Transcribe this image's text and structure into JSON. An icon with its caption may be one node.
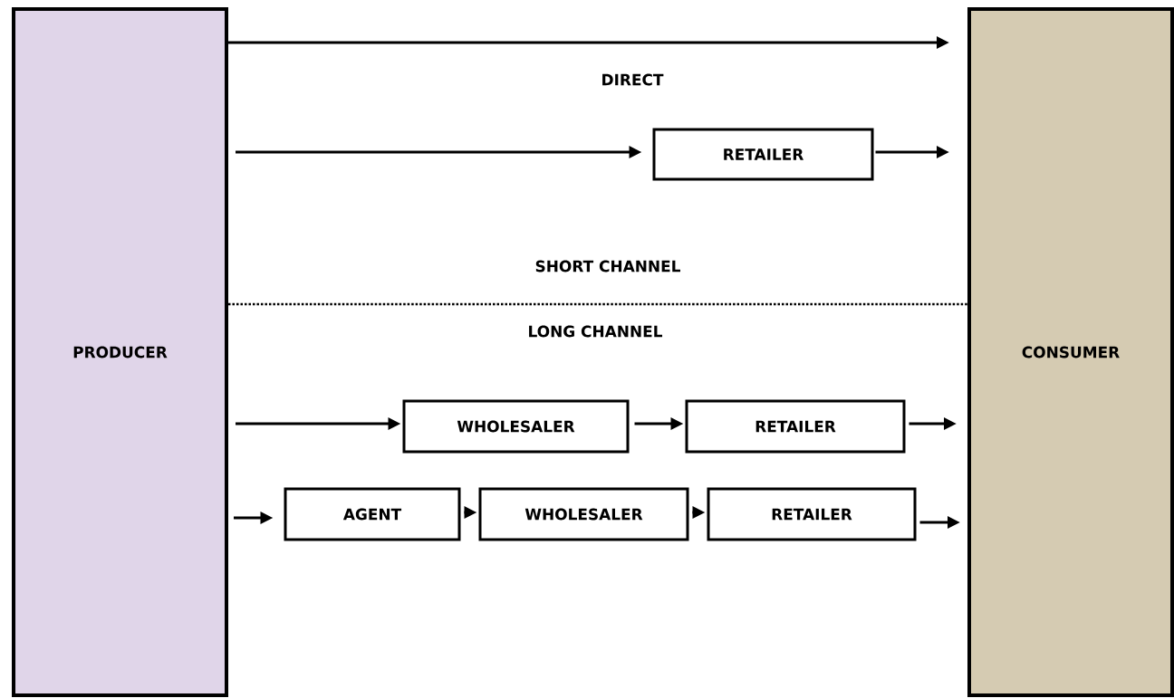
{
  "diagram": {
    "nodes": [
      {
        "text": [
          "PRODUCER"
        ]
      },
      {
        "text": [
          "CONSUMER"
        ]
      },
      {
        "text": [
          "RETAILER"
        ]
      },
      {
        "text": [
          "WHOLESALER"
        ]
      },
      {
        "text": [
          "RETAILER"
        ]
      },
      {
        "text": [
          "AGENT"
        ]
      },
      {
        "text": [
          "WHOLESALER"
        ]
      },
      {
        "text": [
          "RETAILER"
        ]
      }
    ],
    "edges": [
      {
        "from": 0,
        "to": 1,
        "arrow": "to",
        "label": "DIRECT"
      },
      {
        "from": 0,
        "to": 2,
        "arrow": "to"
      },
      {
        "from": 2,
        "to": 1,
        "arrow": "to"
      },
      {
        "from": 0,
        "to": 3,
        "arrow": "to"
      },
      {
        "from": 3,
        "to": 4,
        "arrow": "to"
      },
      {
        "from": 4,
        "to": 1,
        "arrow": "to"
      },
      {
        "from": 0,
        "to": 5,
        "arrow": "to"
      },
      {
        "from": 5,
        "to": 6,
        "arrow": "to"
      },
      {
        "from": 6,
        "to": 7,
        "arrow": "to"
      },
      {
        "from": 7,
        "to": 1,
        "arrow": "to"
      }
    ],
    "labels": [
      "SHORT CHANNEL",
      "LONG CHANNEL"
    ]
  }
}
